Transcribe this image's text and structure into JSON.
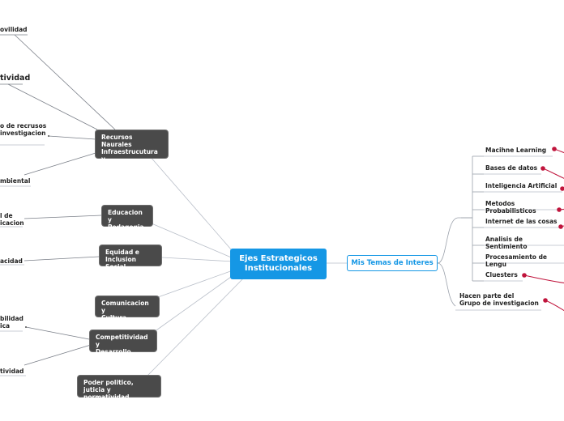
{
  "colors": {
    "central": "#1597e5",
    "dark_node": "#4a4a4a",
    "accent_red": "#c0143c",
    "link": "#b8bec8"
  },
  "central": {
    "label": "Ejes Estrategicos\nInstitucionales"
  },
  "left_nodes": {
    "recursos": "Recursos Naurales\nInfraestrucutura y\nMedio Ambiente",
    "educacion": "Educacion y\nPedagogia",
    "equidad": "Equidad e\nInclusion Social",
    "comunicacion": "Comunicacion  y\nCultura",
    "competitividad": "Competitividad y\nDesarrollo",
    "poder": "Poder politico,\njuticia  y normatividad"
  },
  "left_leaves": {
    "movilidad": "ovilidad",
    "actividad": "tividad",
    "recursos_inv": "o de recrusos\ninvestigacion",
    "ambiental": "mbiental",
    "educ_leaf": "l de\nicacion",
    "capacidad": "acidad",
    "bilidad": "bilidad\nica",
    "tividad2": "tividad"
  },
  "right": {
    "mis_temas": "Mis Temas de Interes",
    "topics": [
      "Macihne Learning",
      "Bases de datos",
      "Inteligencia Artificial",
      "Metodos Probabilisticos",
      "Internet de las cosas",
      "Analisis de Sentimiento",
      "Procesamiento de Lengu",
      "Cluesters"
    ],
    "hacen_parte": "Hacen parte del\nGrupo de investigacion"
  }
}
